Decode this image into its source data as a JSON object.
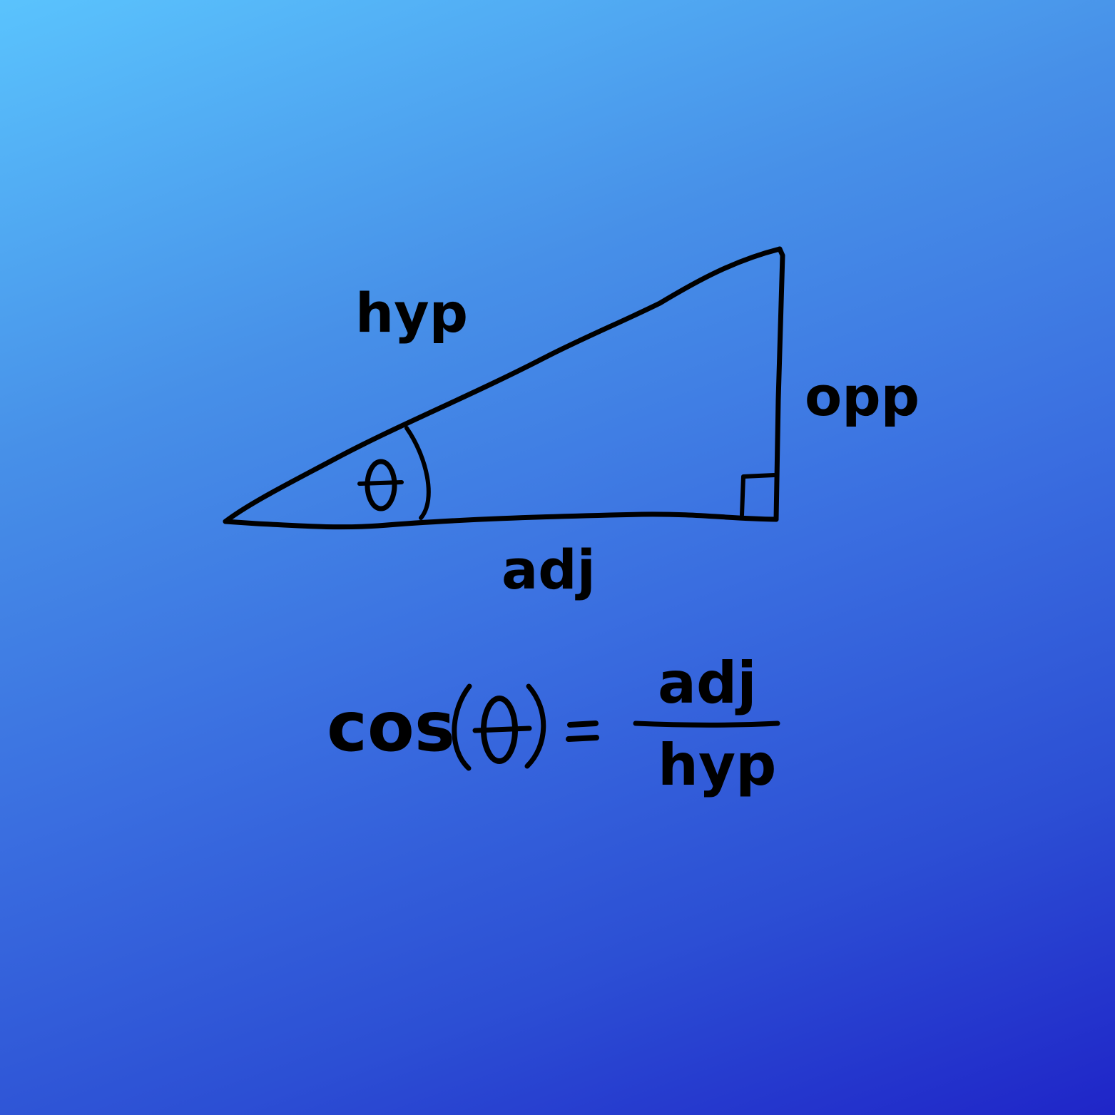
{
  "diagram": {
    "labels": {
      "hypotenuse": "hyp",
      "opposite": "opp",
      "adjacent": "adj",
      "angle": "θ"
    },
    "formula": {
      "function": "cos",
      "open_paren": "(",
      "angle": "θ",
      "close_paren": ")",
      "equals": "=",
      "numerator": "adj",
      "denominator": "hyp"
    },
    "colors": {
      "ink": "#000000",
      "gradient_start": "#5ac3fd",
      "gradient_end": "#1f25c8"
    }
  }
}
